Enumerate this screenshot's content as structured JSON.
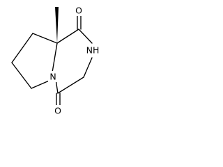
{
  "atoms": {
    "o_top": "O",
    "nh": "NH",
    "n_ring": "N",
    "o_bottom": "O"
  },
  "colors": {
    "ink": "#000000",
    "background": "#ffffff"
  }
}
